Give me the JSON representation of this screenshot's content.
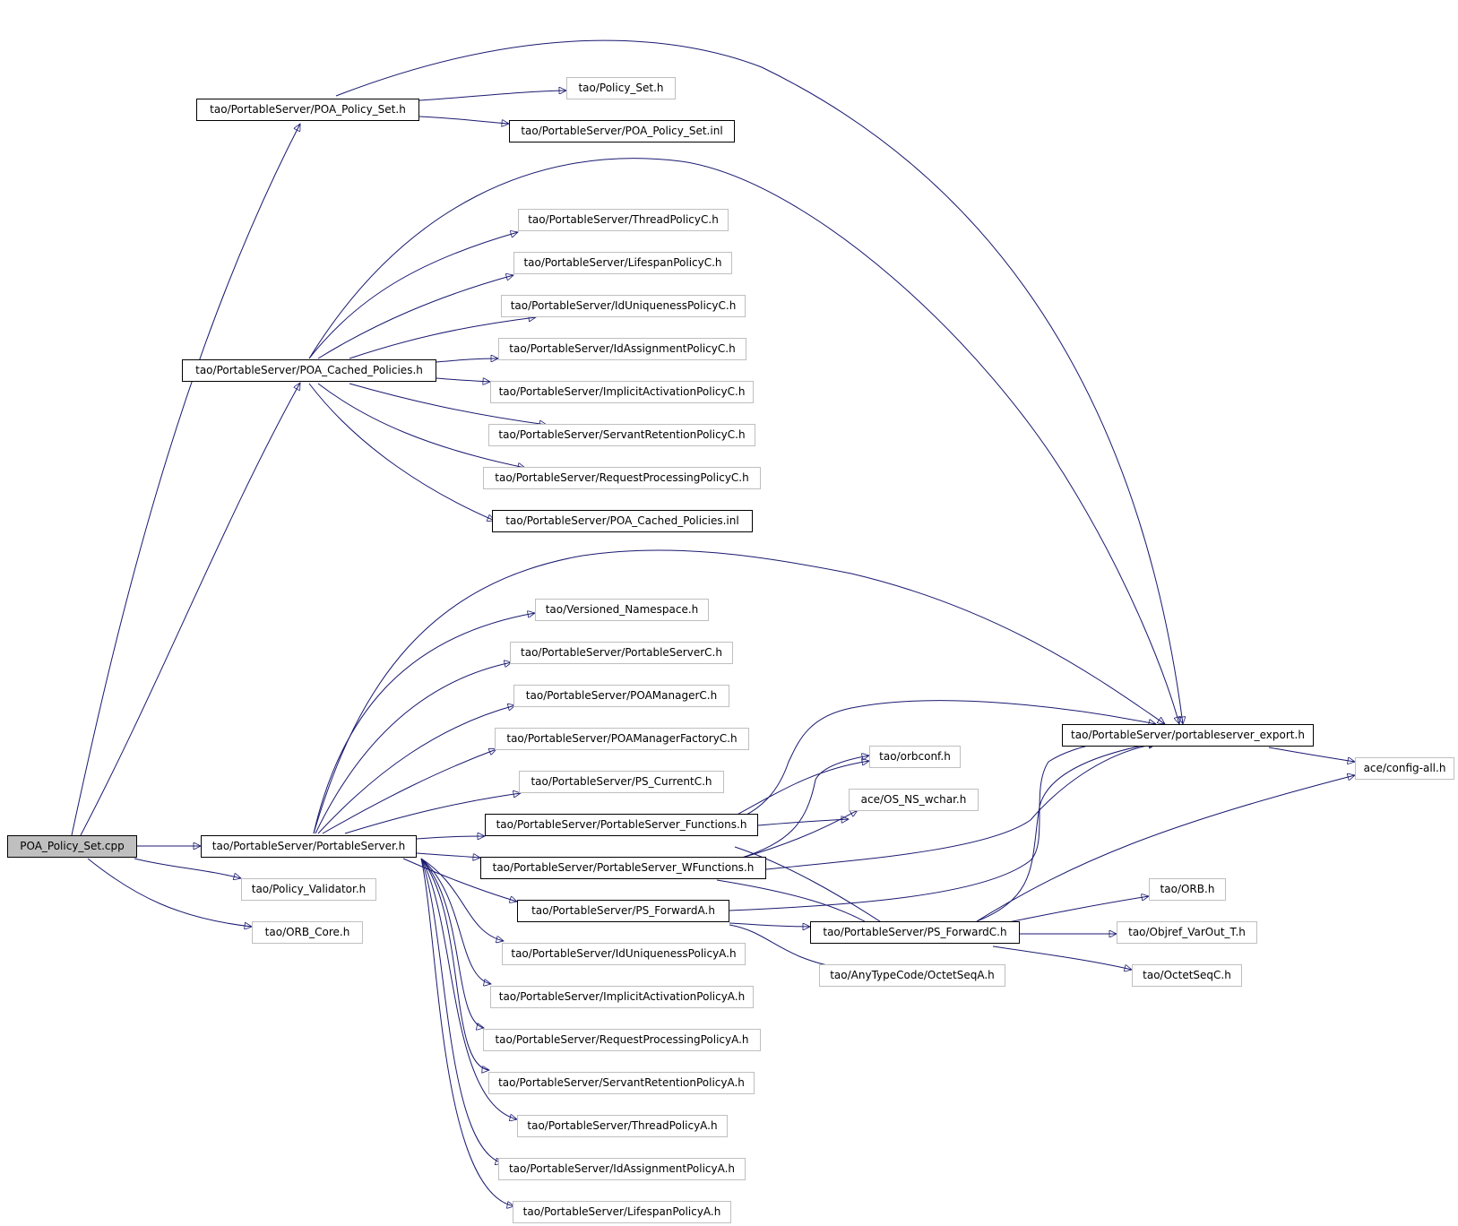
{
  "graph": {
    "root": "POA_Policy_Set.cpp",
    "colors": {
      "edge": "#191970",
      "root_fill": "#bfbfbf",
      "linked_border": "#000000",
      "external_border": "#bfbfbf"
    },
    "nodes": {
      "root": "POA_Policy_Set.cpp",
      "poa_policy_set_h": "tao/PortableServer/POA_Policy_Set.h",
      "policy_set_h": "tao/Policy_Set.h",
      "poa_policy_set_inl": "tao/PortableServer/POA_Policy_Set.inl",
      "thread_policy_c": "tao/PortableServer/ThreadPolicyC.h",
      "lifespan_policy_c": "tao/PortableServer/LifespanPolicyC.h",
      "iduniqueness_policy_c": "tao/PortableServer/IdUniquenessPolicyC.h",
      "idassignment_policy_c": "tao/PortableServer/IdAssignmentPolicyC.h",
      "implicit_activation_policy_c": "tao/PortableServer/ImplicitActivationPolicyC.h",
      "servant_retention_policy_c": "tao/PortableServer/ServantRetentionPolicyC.h",
      "request_processing_policy_c": "tao/PortableServer/RequestProcessingPolicyC.h",
      "poa_cached_policies_h": "tao/PortableServer/POA_Cached_Policies.h",
      "poa_cached_policies_inl": "tao/PortableServer/POA_Cached_Policies.inl",
      "versioned_namespace": "tao/Versioned_Namespace.h",
      "portableserver_c": "tao/PortableServer/PortableServerC.h",
      "poamanager_c": "tao/PortableServer/POAManagerC.h",
      "poamanagerfactory_c": "tao/PortableServer/POAManagerFactoryC.h",
      "ps_current_c": "tao/PortableServer/PS_CurrentC.h",
      "portableserver_h": "tao/PortableServer/PortableServer.h",
      "portableserver_functions": "tao/PortableServer/PortableServer_Functions.h",
      "portableserver_wfunctions": "tao/PortableServer/PortableServer_WFunctions.h",
      "ps_forward_a": "tao/PortableServer/PS_ForwardA.h",
      "iduniqueness_policy_a": "tao/PortableServer/IdUniquenessPolicyA.h",
      "implicit_activation_policy_a": "tao/PortableServer/ImplicitActivationPolicyA.h",
      "request_processing_policy_a": "tao/PortableServer/RequestProcessingPolicyA.h",
      "servant_retention_policy_a": "tao/PortableServer/ServantRetentionPolicyA.h",
      "thread_policy_a": "tao/PortableServer/ThreadPolicyA.h",
      "idassignment_policy_a": "tao/PortableServer/IdAssignmentPolicyA.h",
      "lifespan_policy_a": "tao/PortableServer/LifespanPolicyA.h",
      "policy_validator": "tao/Policy_Validator.h",
      "orb_core": "tao/ORB_Core.h",
      "orbconf": "tao/orbconf.h",
      "os_ns_wchar": "ace/OS_NS_wchar.h",
      "ps_forward_c": "tao/PortableServer/PS_ForwardC.h",
      "octetseq_a": "tao/AnyTypeCode/OctetSeqA.h",
      "portableserver_export": "tao/PortableServer/portableserver_export.h",
      "config_all": "ace/config-all.h",
      "orb_h": "tao/ORB.h",
      "objref_varout": "tao/Objref_VarOut_T.h",
      "octetseq_c": "tao/OctetSeqC.h"
    }
  }
}
